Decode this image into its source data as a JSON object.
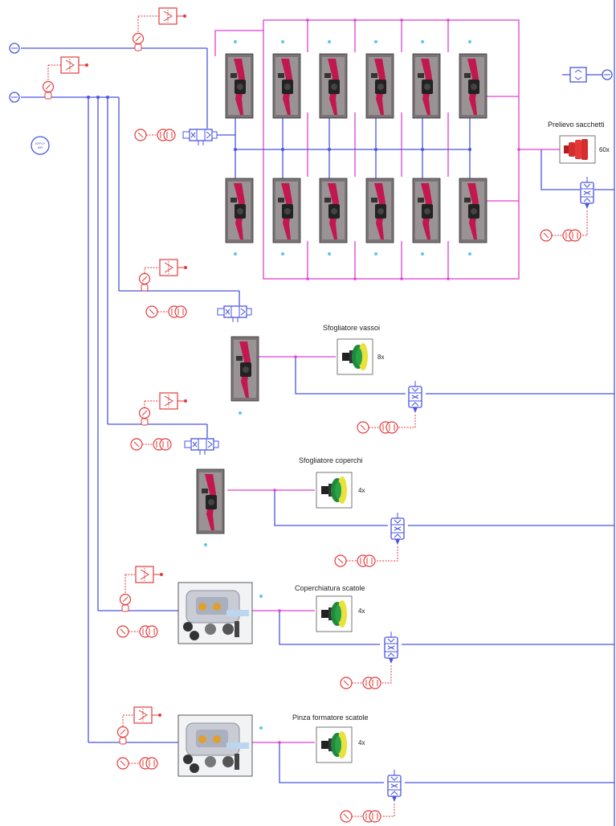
{
  "diagram": {
    "group_labels": [
      {
        "key": "prelievo",
        "label": "Prelievo sacchetti",
        "count": "60x"
      },
      {
        "key": "vassoi",
        "label": "Sfogliatore vassoi",
        "count": "8x"
      },
      {
        "key": "coperchi",
        "label": "Sfogliatore coperchi",
        "count": "4x"
      },
      {
        "key": "coperchiatura",
        "label": "Coperchiatura scatole",
        "count": "4x"
      },
      {
        "key": "pinza",
        "label": "Pinza formatore scatole",
        "count": "4x"
      }
    ],
    "supply_label": "SPPLY AIR",
    "colors": {
      "pneumatic_line": "#4a55e0",
      "vacuum_line": "#e23fd3",
      "electrical_line": "#e33b3b",
      "port": "#5bc8e8"
    }
  }
}
